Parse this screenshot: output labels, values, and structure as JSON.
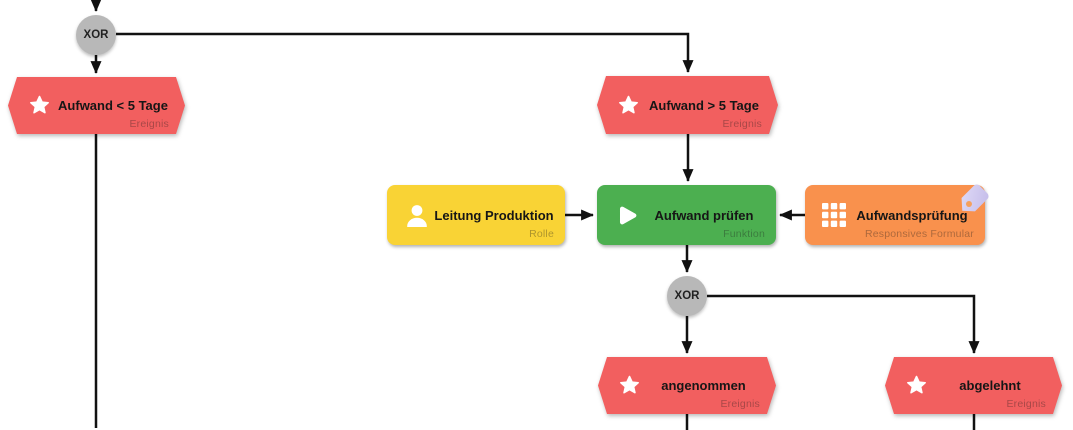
{
  "diagram": {
    "type": "epc-process-diagram",
    "gateways": [
      {
        "label": "XOR"
      },
      {
        "label": "XOR"
      }
    ],
    "events": [
      {
        "label": "Aufwand < 5 Tage",
        "type_label": "Ereignis",
        "icon": "star-icon"
      },
      {
        "label": "Aufwand > 5 Tage",
        "type_label": "Ereignis",
        "icon": "star-icon"
      },
      {
        "label": "angenommen",
        "type_label": "Ereignis",
        "icon": "star-icon"
      },
      {
        "label": "abgelehnt",
        "type_label": "Ereignis",
        "icon": "star-icon"
      }
    ],
    "role": {
      "label": "Leitung Produktion",
      "type_label": "Rolle",
      "icon": "person-icon"
    },
    "function": {
      "label": "Aufwand prüfen",
      "type_label": "Funktion",
      "icon": "play-icon"
    },
    "form": {
      "label": "Aufwandsprüfung",
      "type_label": "Responsives Formular",
      "icon": "grid-icon",
      "badge": "tag-icon"
    },
    "colors": {
      "event": "#f25f5f",
      "role": "#f9d335",
      "function": "#4caf50",
      "form": "#f9914d",
      "gateway": "#b8b8b8",
      "connector": "#111111",
      "tag": "#c9c1ec",
      "icon": "#ffffff"
    }
  }
}
